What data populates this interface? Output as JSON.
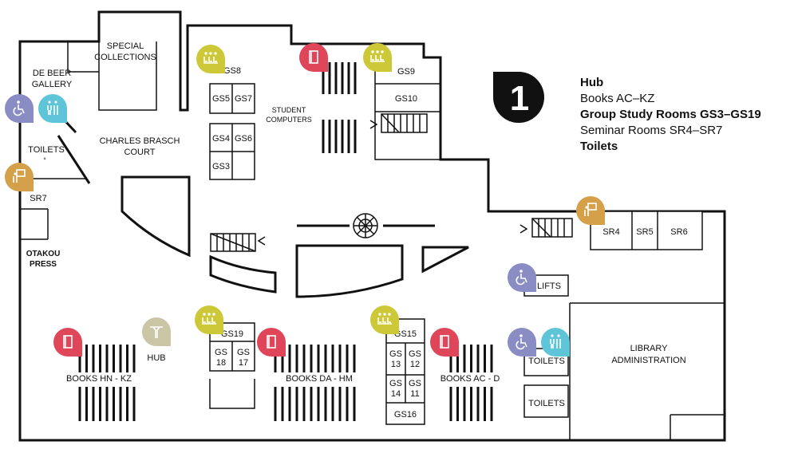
{
  "floor": {
    "number": "1"
  },
  "legend": [
    {
      "text": "Hub",
      "bold": true
    },
    {
      "text": "Books AC–KZ",
      "bold": false
    },
    {
      "text": "Group Study Rooms GS3–GS19",
      "bold": true
    },
    {
      "text": "Seminar Rooms SR4–SR7",
      "bold": false
    },
    {
      "text": "Toilets",
      "bold": true
    }
  ],
  "labels": {
    "special_collections": [
      "SPECIAL",
      "COLLECTIONS"
    ],
    "de_beer_gallery": [
      "DE BEER",
      "GALLERY"
    ],
    "toilets_west": "TOILETS",
    "toilets_west_mark": "°",
    "sr7": "SR7",
    "otakou_press": [
      "OTAKOU",
      "PRESS"
    ],
    "charles_brasch_court": [
      "CHARLES BRASCH",
      "COURT"
    ],
    "student_computers": [
      "STUDENT",
      "COMPUTERS"
    ],
    "gs8": "GS8",
    "gs5": "GS5",
    "gs7": "GS7",
    "gs4": "GS4",
    "gs6": "GS6",
    "gs3": "GS3",
    "gs9": "GS9",
    "gs10": "GS10",
    "sr4": "SR4",
    "sr5": "SR5",
    "sr6": "SR6",
    "lifts": "LIFTS",
    "library_admin": [
      "LIBRARY",
      "ADMINISTRATION"
    ],
    "toilets_east_1": "TOILETS",
    "toilets_east_2": "TOILETS",
    "hub": "HUB",
    "books_hn_kz": "BOOKS HN - KZ",
    "gs19": "GS19",
    "gs18": [
      "GS",
      "18"
    ],
    "gs17": [
      "GS",
      "17"
    ],
    "books_da_hm": "BOOKS DA - HM",
    "gs15": "GS15",
    "gs13": [
      "GS",
      "13"
    ],
    "gs12": [
      "GS",
      "12"
    ],
    "gs14": [
      "GS",
      "14"
    ],
    "gs11": [
      "GS",
      "11"
    ],
    "gs16": "GS16",
    "books_ac_d": "BOOKS AC - D"
  },
  "colors": {
    "accessible": "#8a8dc4",
    "toilet": "#5ec4d8",
    "study": "#cdc837",
    "books": "#e0465a",
    "seminar": "#d4a04a",
    "hub": "#c9c5a5"
  },
  "icons": {
    "accessible": "wheelchair-icon",
    "toilet": "toilet-icon",
    "study": "group-study-icon",
    "books": "book-icon",
    "seminar": "seminar-icon",
    "hub": "hub-icon"
  }
}
